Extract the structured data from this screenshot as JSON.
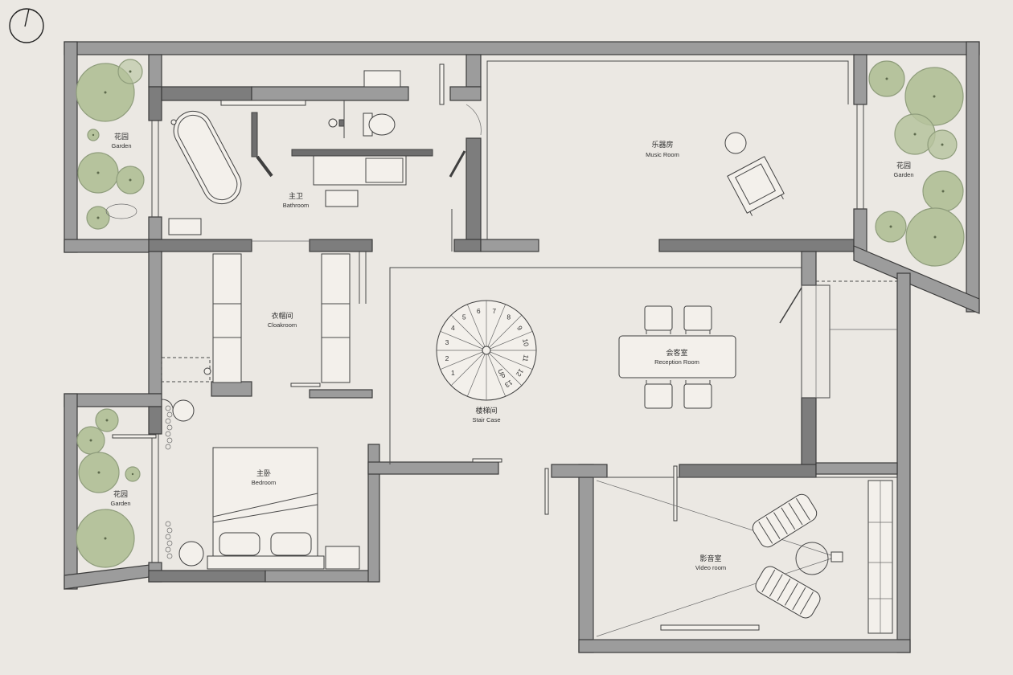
{
  "rooms": {
    "garden_top_left": {
      "zh": "花园",
      "en": "Garden"
    },
    "bathroom": {
      "zh": "主卫",
      "en": "Bathroom"
    },
    "music_room": {
      "zh": "乐器房",
      "en": "Music Room"
    },
    "garden_right": {
      "zh": "花园",
      "en": "Garden"
    },
    "cloakroom": {
      "zh": "衣帽间",
      "en": "Cloakroom"
    },
    "stair_case": {
      "zh": "楼梯间",
      "en": "Stair Case"
    },
    "reception_room": {
      "zh": "会客室",
      "en": "Reception Room"
    },
    "bedroom": {
      "zh": "主卧",
      "en": "Bedroom"
    },
    "garden_bottom_left": {
      "zh": "花园",
      "en": "Garden"
    },
    "video_room": {
      "zh": "影音室",
      "en": "Video room"
    }
  },
  "stair": {
    "steps": [
      "1",
      "2",
      "3",
      "4",
      "5",
      "6",
      "7",
      "8",
      "9",
      "10",
      "11",
      "12",
      "13"
    ],
    "direction": "UP"
  },
  "icons": {
    "north_arrow": "north-arrow-icon"
  },
  "colors": {
    "background": "#ebe8e3",
    "wall": "#9c9c9c",
    "wall_dark": "#7d7d7d",
    "outline": "#3b3b3b",
    "tree": "#b6c39d",
    "tree_stroke": "#8f9d7c"
  }
}
